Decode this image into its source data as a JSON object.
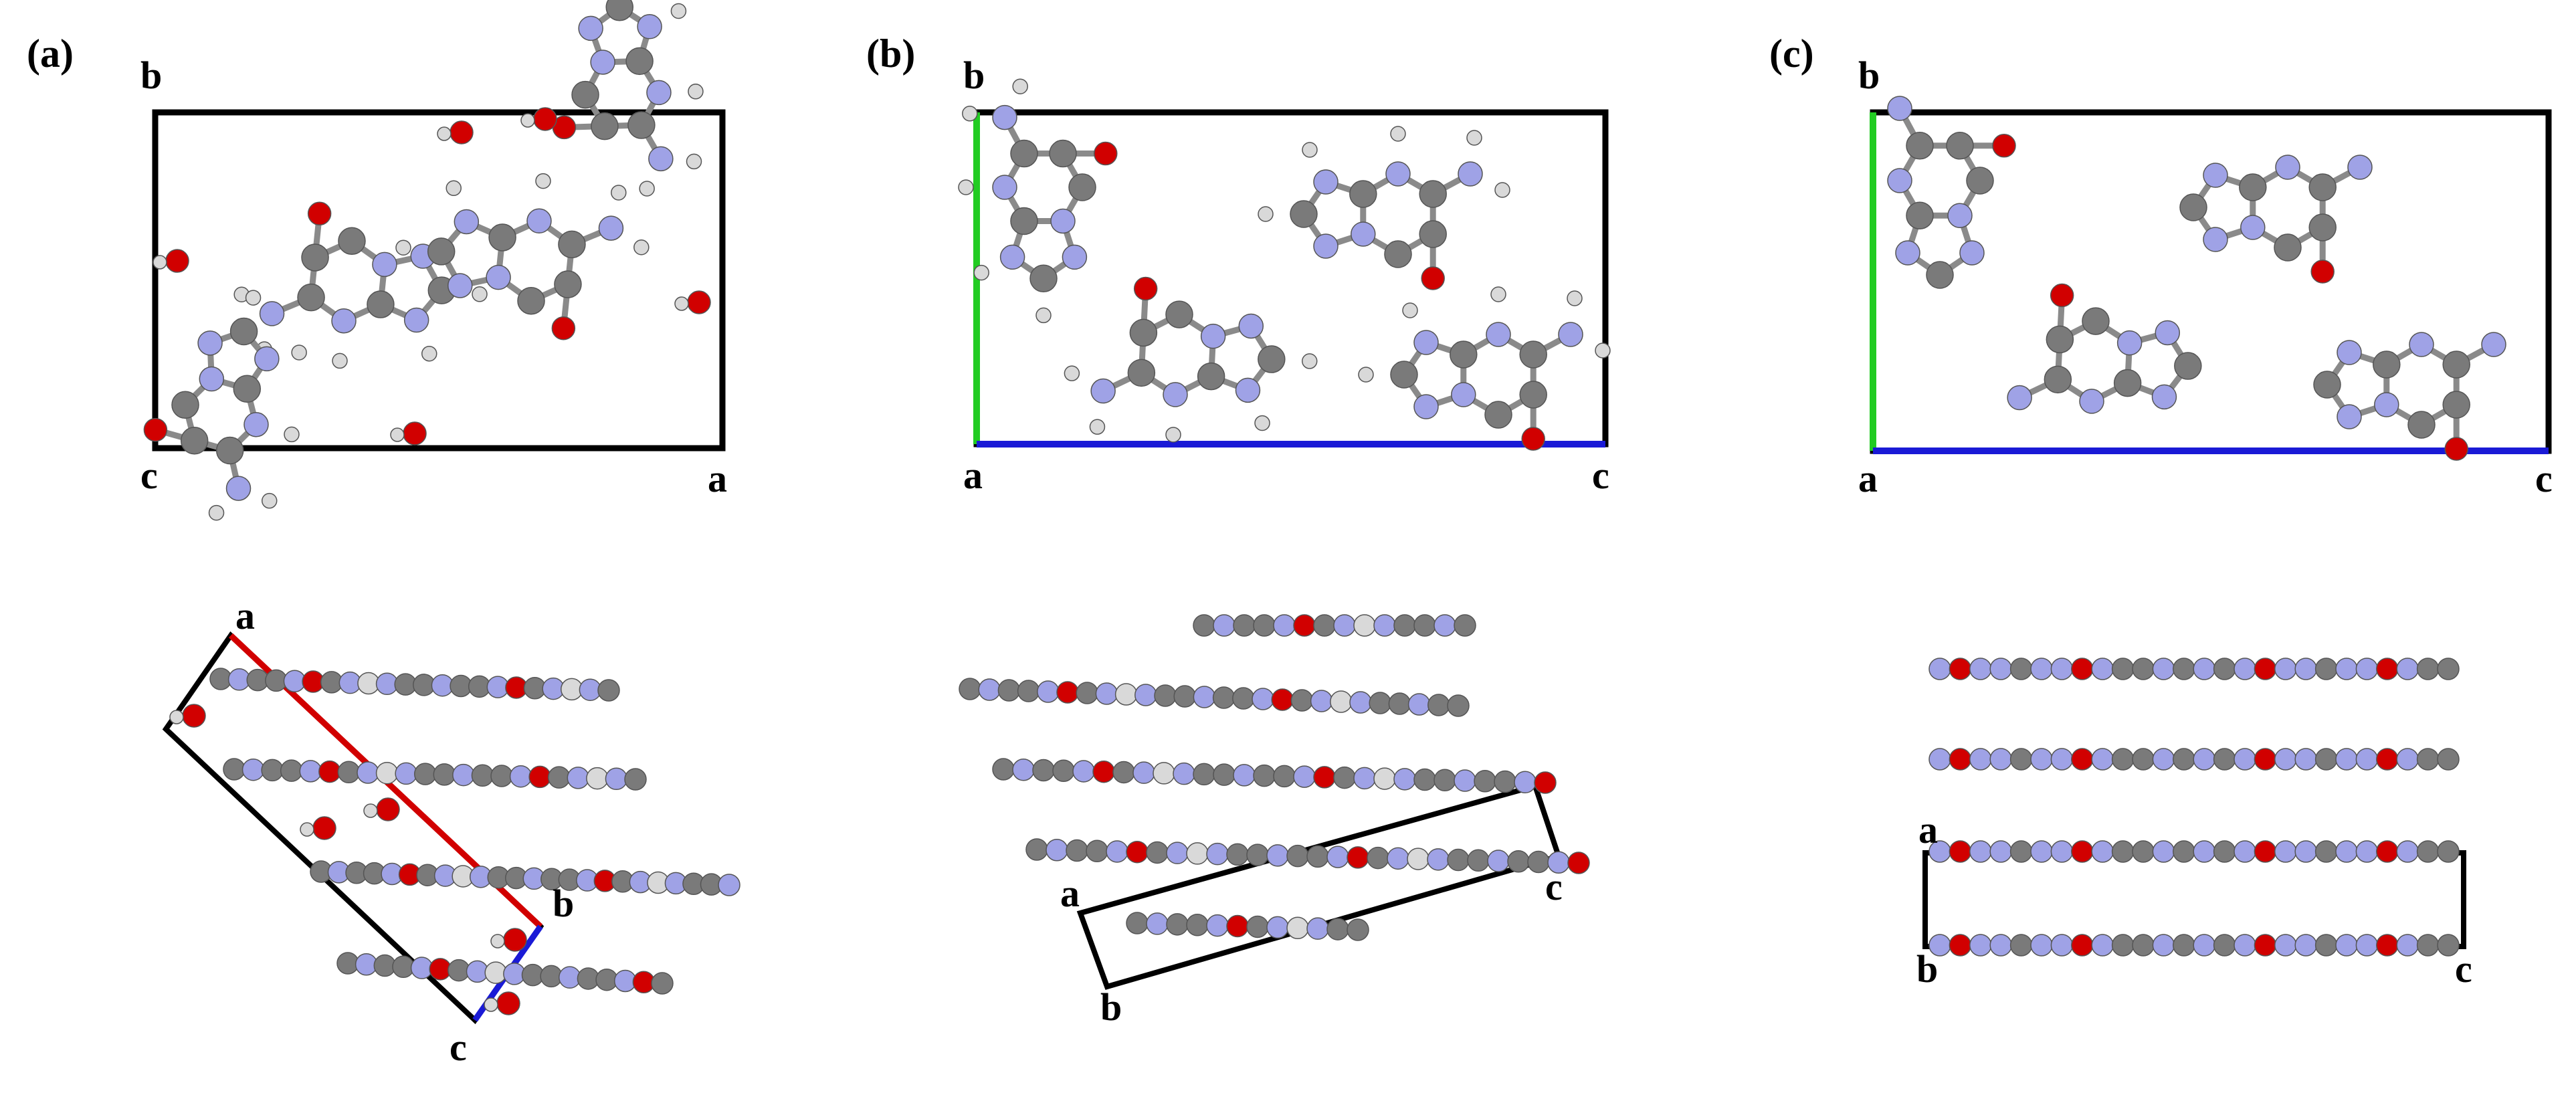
{
  "panels": [
    {
      "id": "a",
      "label": "(a)",
      "top_view": {
        "axis_labels": {
          "vertical": "b",
          "origin": "c",
          "horizontal": "a"
        }
      },
      "side_view": {
        "axis_labels": {
          "top": "a",
          "right": "b",
          "bottom": "c"
        }
      }
    },
    {
      "id": "b",
      "label": "(b)",
      "top_view": {
        "axis_labels": {
          "vertical": "b",
          "origin": "a",
          "horizontal": "c"
        }
      },
      "side_view": {
        "axis_labels": {
          "left": "a",
          "right": "c",
          "bottom": "b"
        }
      }
    },
    {
      "id": "c",
      "label": "(c)",
      "top_view": {
        "axis_labels": {
          "vertical": "b",
          "origin": "a",
          "horizontal": "c"
        }
      },
      "side_view": {
        "axis_labels": {
          "top": "a",
          "bottom_left": "b",
          "bottom_right": "c"
        }
      }
    }
  ],
  "colors": {
    "carbon": "#7a7a7a",
    "nitrogen": "#9fa2e6",
    "oxygen": "#d10000",
    "hydrogen": "#d9d9d9",
    "cell_edge": "#000000",
    "axis_a": "#d10000",
    "axis_b": "#22cc22",
    "axis_c": "#1a1ad6",
    "bond": "#8a8a8a"
  }
}
